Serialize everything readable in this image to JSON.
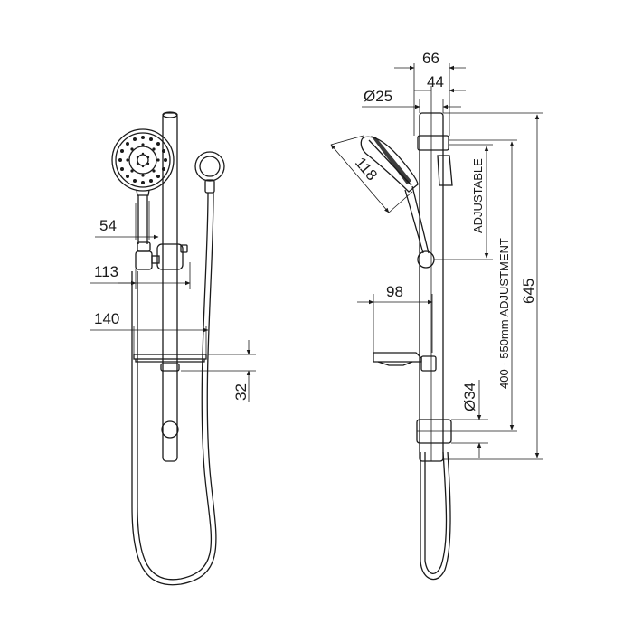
{
  "front_view": {
    "dim_head_width": "54",
    "dim_bracket_width": "113",
    "dim_tray_width": "140",
    "dim_tray_height": "32"
  },
  "side_view": {
    "dim_depth_outer": "66",
    "dim_depth_inner": "44",
    "dim_rail_diameter": "Ø25",
    "dim_head_length": "118",
    "dim_adjustable": "ADJUSTABLE",
    "dim_tray_depth": "98",
    "dim_bracket_diameter": "Ø34",
    "dim_adjustment_range": "400 - 550mm ADJUSTMENT",
    "dim_overall_height": "645"
  }
}
